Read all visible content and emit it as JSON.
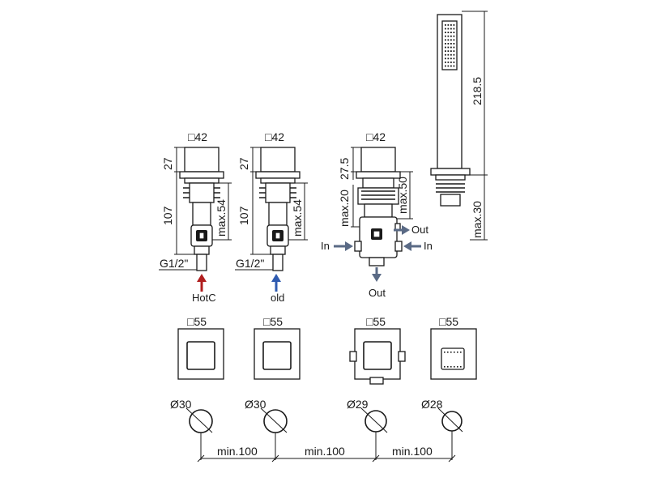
{
  "diagram": {
    "valves": [
      {
        "top_label": "□42",
        "dim_top": "27",
        "dim_body": "107",
        "dim_max": "max.54",
        "thread": "G1/2\"",
        "arrow_label": "HotC",
        "arrow_color": "#b01e1e"
      },
      {
        "top_label": "□42",
        "dim_top": "27",
        "dim_body": "107",
        "dim_max": "max.54",
        "thread": "G1/2\"",
        "arrow_label": "old",
        "arrow_color": "#2f5bb0"
      }
    ],
    "diverter": {
      "top_label": "□42",
      "dim_top": "27.5",
      "dim_mid": "max.20",
      "dim_max": "max.50",
      "in_left": "In",
      "in_right": "In",
      "out_right": "Out",
      "out_bottom": "Out",
      "arrow_color": "#5a6a85"
    },
    "handshower": {
      "dim_length": "218.5",
      "dim_max": "max.30"
    },
    "plates": [
      {
        "label": "□55"
      },
      {
        "label": "□55"
      },
      {
        "label": "□55"
      },
      {
        "label": "□55"
      }
    ],
    "holes": [
      {
        "label": "Ø30"
      },
      {
        "label": "Ø30"
      },
      {
        "label": "Ø29"
      },
      {
        "label": "Ø28"
      }
    ],
    "spacings": [
      {
        "label": "min.100"
      },
      {
        "label": "min.100"
      },
      {
        "label": "min.100"
      }
    ]
  }
}
